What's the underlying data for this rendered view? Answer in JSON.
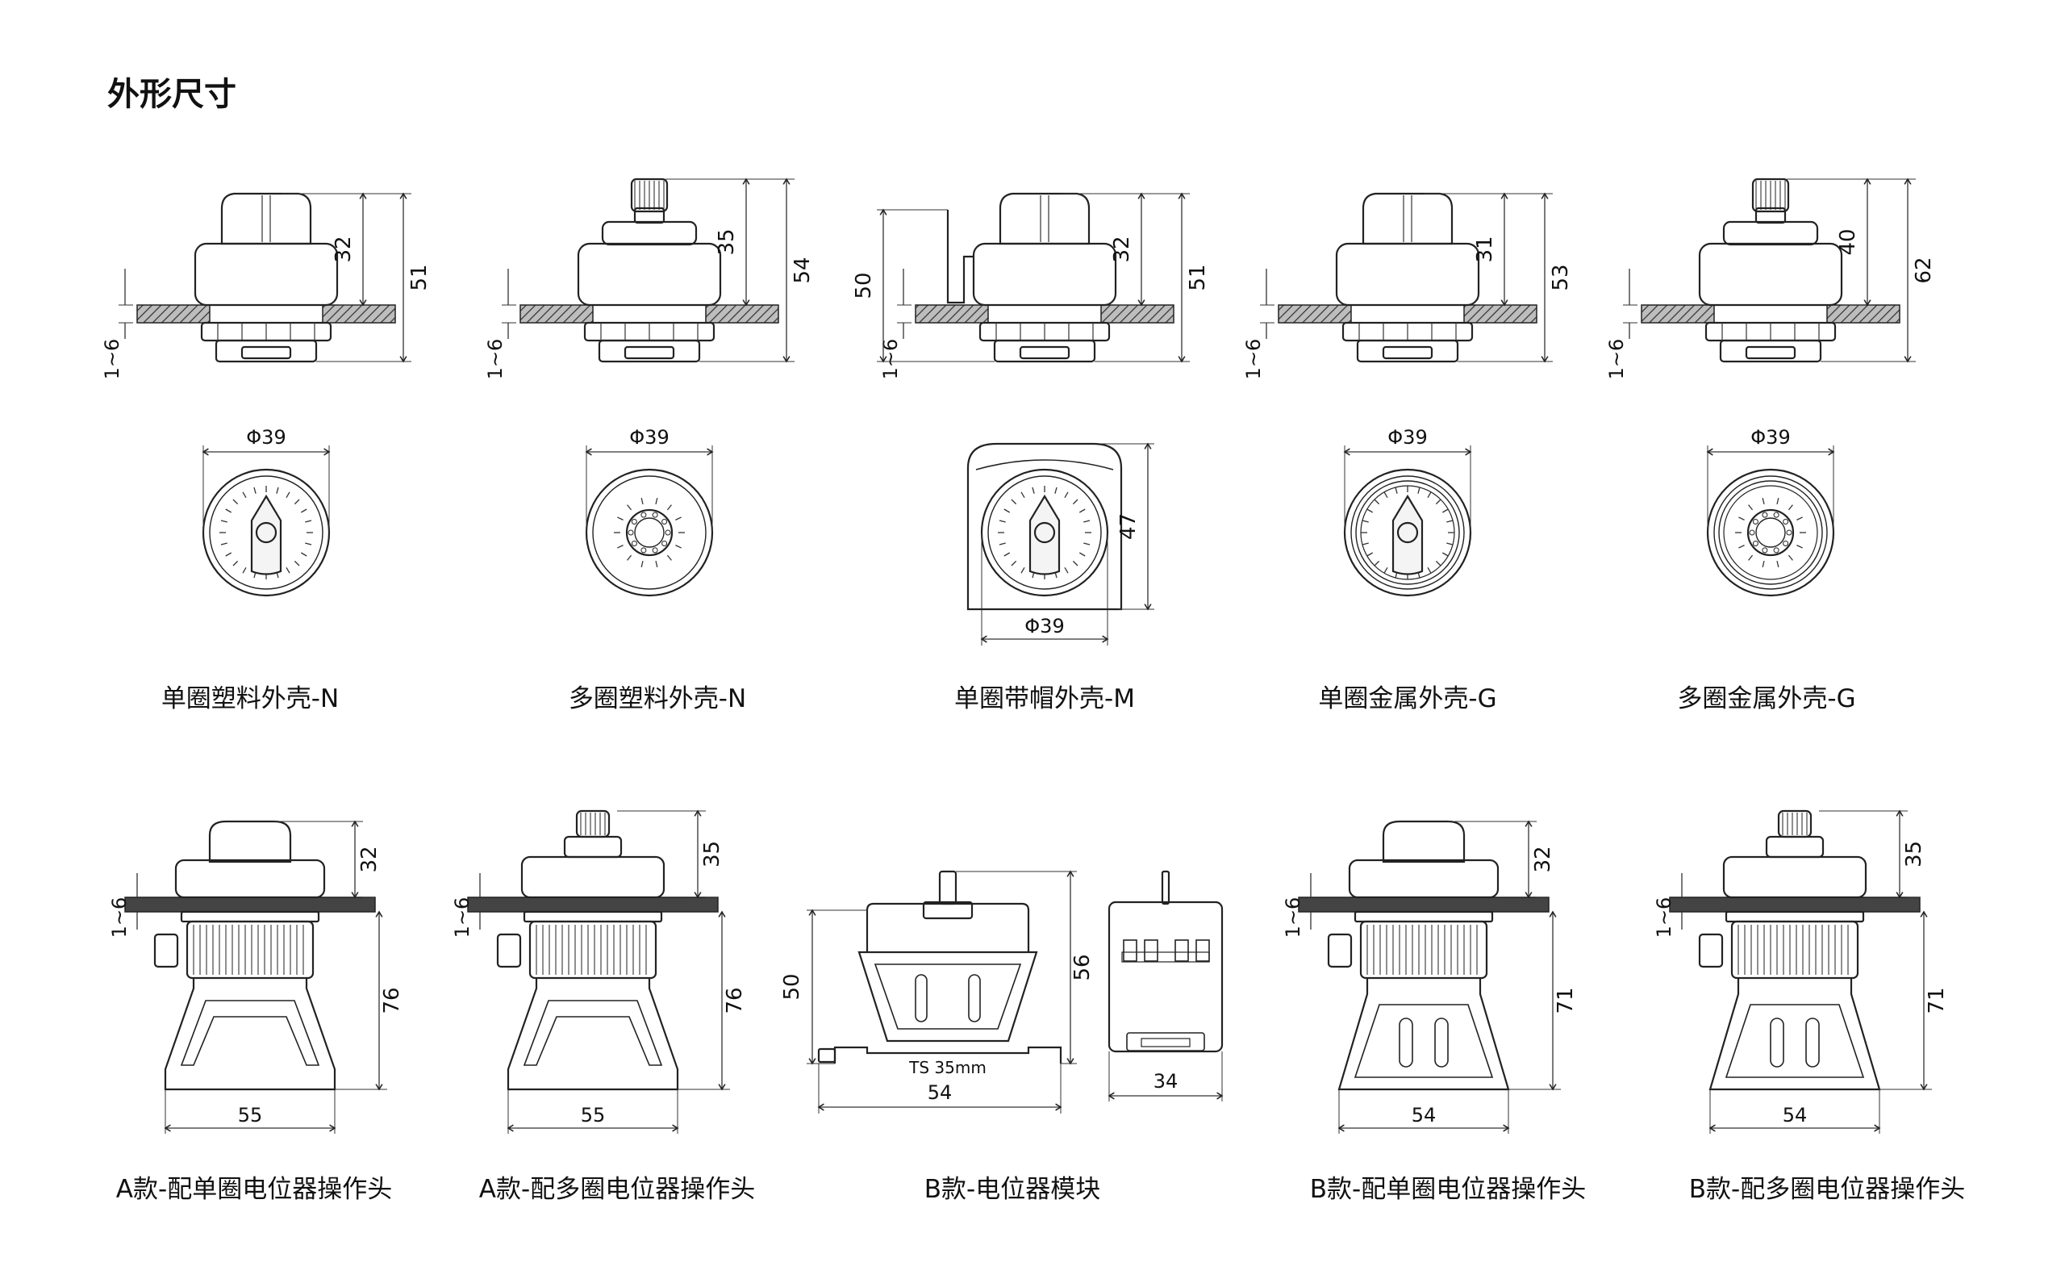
{
  "title": "外形尺寸",
  "row1": {
    "items": [
      {
        "caption": "单圈塑料外壳-N",
        "side_short": "32",
        "side_long": "51",
        "panel": "1~6",
        "diameter": "Φ39"
      },
      {
        "caption": "多圈塑料外壳-N",
        "side_short": "35",
        "side_long": "54",
        "panel": "1~6",
        "diameter": "Φ39"
      },
      {
        "caption": "单圈带帽外壳-M",
        "side_short": "32",
        "side_long": "51",
        "left_dim": "50",
        "panel": "1~6",
        "height_front": "47",
        "diameter": "Φ39"
      },
      {
        "caption": "单圈金属外壳-G",
        "side_short": "31",
        "side_long": "53",
        "panel": "1~6",
        "diameter": "Φ39"
      },
      {
        "caption": "多圈金属外壳-G",
        "side_short": "40",
        "side_long": "62",
        "panel": "1~6",
        "diameter": "Φ39"
      }
    ]
  },
  "row2": {
    "items": [
      {
        "caption": "A款-配单圈电位器操作头",
        "top": "32",
        "body": "76",
        "panel": "1~6",
        "width": "55"
      },
      {
        "caption": "A款-配多圈电位器操作头",
        "top": "35",
        "body": "76",
        "panel": "1~6",
        "width": "55"
      },
      {
        "caption": "B款-电位器模块",
        "left": "50",
        "right": "56",
        "rail": "TS 35mm",
        "width": "54",
        "width2": "34"
      },
      {
        "caption": "B款-配单圈电位器操作头",
        "top": "32",
        "body": "71",
        "panel": "1~6",
        "width": "54"
      },
      {
        "caption": "B款-配多圈电位器操作头",
        "top": "35",
        "body": "71",
        "panel": "1~6",
        "width": "54"
      }
    ]
  }
}
